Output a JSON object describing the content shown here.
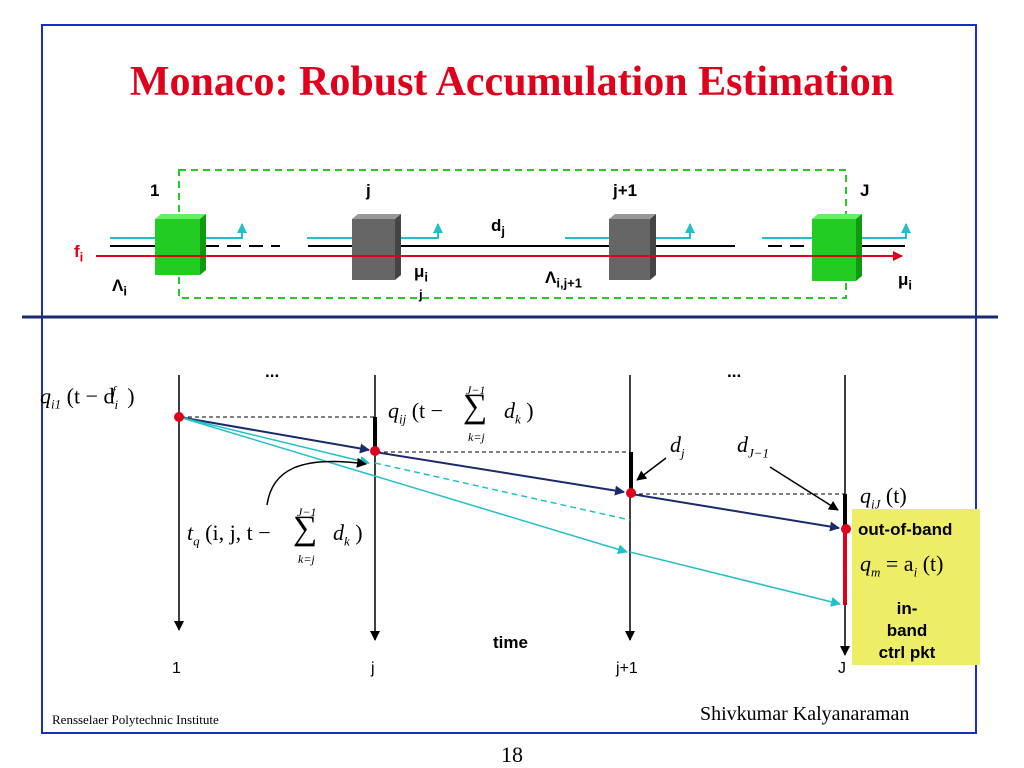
{
  "slide": {
    "title": "Monaco: Robust Accumulation Estimation",
    "credit": "Rensselaer Polytechnic Institute",
    "author": "Shivkumar Kalyanaraman",
    "page_number": "18"
  },
  "colors": {
    "title": "#e0001b",
    "frame": "#1a2fbf",
    "flow": "#e0001b",
    "cyan": "#20c0c8",
    "navy": "#1a2a6c",
    "edge_router": "#22cc22",
    "core_router": "#666666",
    "note_bg": "#eeee66"
  },
  "top_diagram": {
    "node_labels": [
      "1",
      "j",
      "j+1",
      "J"
    ],
    "flow_label": {
      "base": "f",
      "sub": "i"
    },
    "lambda_in": {
      "base": "Λ",
      "sub": "i"
    },
    "delay_label": {
      "base": "d",
      "sub": "j"
    },
    "mu_mid": {
      "base": "μ",
      "sub": "i",
      "below": "j"
    },
    "lambda_mid": {
      "base": "Λ",
      "sub": "i,j+1"
    },
    "mu_out": {
      "base": "μ",
      "sub": "i"
    }
  },
  "bottom_diagram": {
    "ellipsis_left": "...",
    "ellipsis_right": "...",
    "axis_labels": [
      "1",
      "j",
      "j+1",
      "J"
    ],
    "time_label": "time",
    "q_i1": {
      "q": "q",
      "sub": "i1",
      "arg": "(t − d",
      "arg_sub": "i",
      "arg_sup": "f",
      "close": ")"
    },
    "q_ij": {
      "q": "q",
      "sub": "ij",
      "arg": "(t −",
      "sum_top": "J−1",
      "sum_bot": "k=j",
      "d": "d",
      "d_sub": "k",
      "close": ")"
    },
    "t_q": {
      "t": "t",
      "sub": "q",
      "args": "(i, j, t −",
      "sum_top": "J−1",
      "sum_bot": "k=j",
      "d": "d",
      "d_sub": "k",
      "close": ")"
    },
    "d_j": {
      "d": "d",
      "sub": "j"
    },
    "d_J1": {
      "d": "d",
      "sub": "J−1"
    },
    "q_iJ": {
      "q": "q",
      "sub": "iJ",
      "arg": "(t)"
    },
    "out_of_band": "out-of-band",
    "q_m": {
      "q": "q",
      "sub": "m",
      "eq": "= a",
      "eq_sub": "i",
      "arg": "(t)"
    },
    "in_band_lines": [
      "in-",
      "band",
      "ctrl pkt"
    ]
  }
}
